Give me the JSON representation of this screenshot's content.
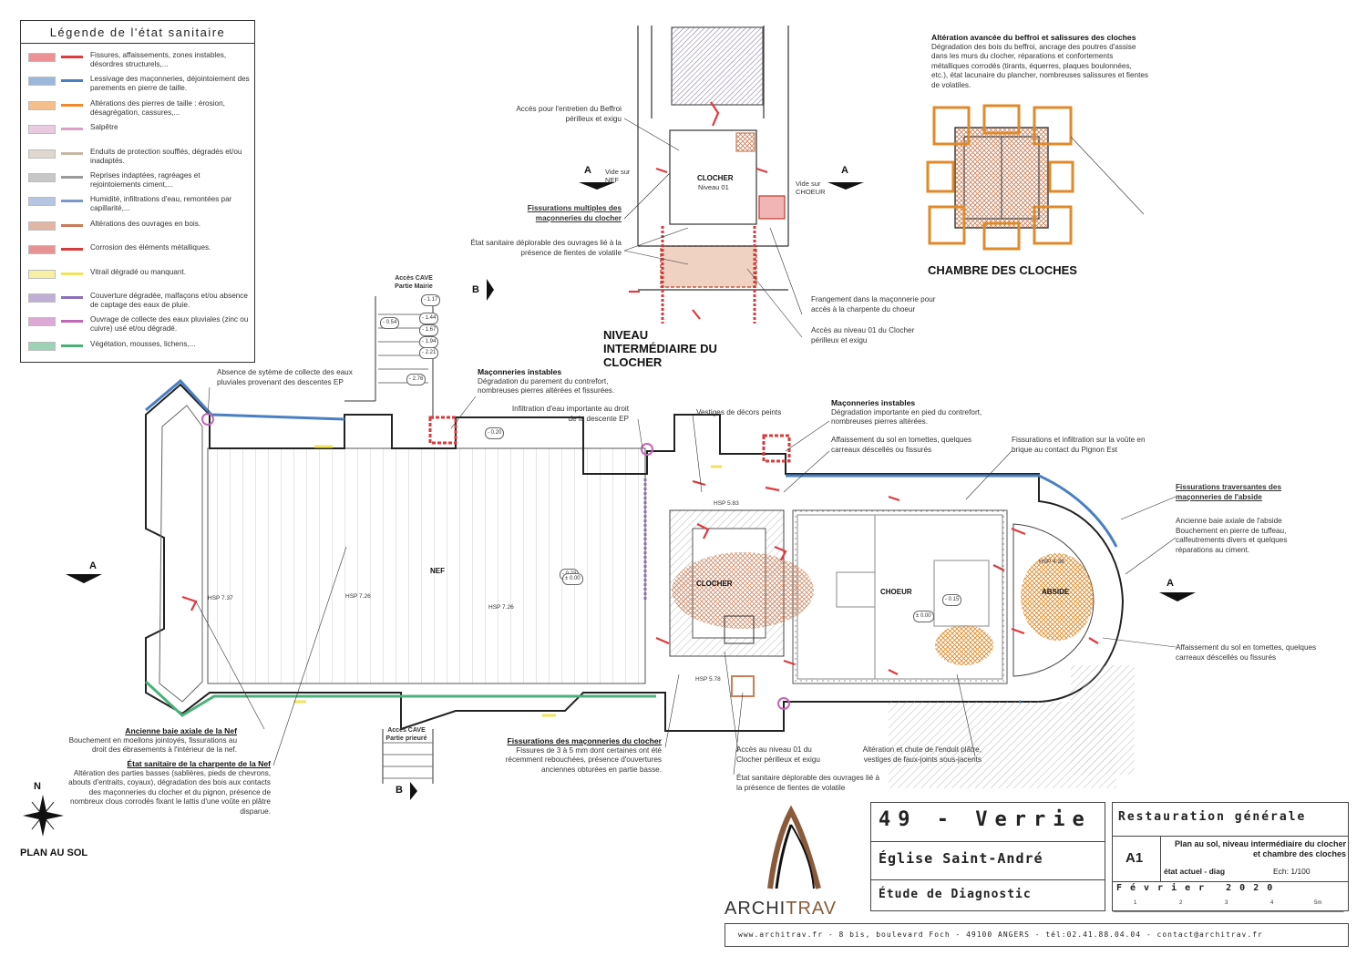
{
  "legend": {
    "title": "Légende de l'état sanitaire",
    "items": [
      {
        "text": "Fissures, affaissements, zones instables, désordres structurels,...",
        "color": "#e0393e"
      },
      {
        "text": "Lessivage des maçonneries, déjointoiement des parements en pierre de taille.",
        "color": "#4a7fc1"
      },
      {
        "text": "Altérations des pierres de taille : érosion, désagrégation, cassures,...",
        "color": "#f08a2c"
      },
      {
        "text": "Salpêtre",
        "color": "#d9a0c8"
      },
      {
        "text": "Enduits de protection soufflés, dégradés et/ou inadaptés.",
        "color": "#c7b7a7"
      },
      {
        "text": "Reprises indaptées, ragréages et rejointoiements ciment,...",
        "color": "#9a9a9a"
      },
      {
        "text": "Humidité, infiltrations d'eau, remontées par capillarité,...",
        "color": "#7c97c9"
      },
      {
        "text": "Altérations des ouvrages en bois.",
        "color": "#c97c5a"
      },
      {
        "text": "Corrosion des éléments métalliques.",
        "color": "#d63b3b"
      },
      {
        "text": "Vitrail dégradé ou manquant.",
        "color": "#f1e35a"
      },
      {
        "text": "Couverture dégradée, malfaçons et/ou absence de captage des eaux de pluie.",
        "color": "#8d6db8"
      },
      {
        "text": "Ouvrage de collecte des eaux pluviales (zinc ou cuivre) usé et/ou dégradé.",
        "color": "#c266b8"
      },
      {
        "text": "Végétation, mousses, lichens,...",
        "color": "#4cb07a"
      }
    ]
  },
  "titles": {
    "niveau": "NIVEAU INTERMÉDIAIRE DU CLOCHER",
    "chambre": "CHAMBRE DES CLOCHES",
    "plan_sol": "PLAN AU SOL",
    "north": "N"
  },
  "rooms": {
    "nef": "NEF",
    "clocher": "CLOCHER",
    "choeur": "CHOEUR",
    "abside": "ABSIDE",
    "clocher_niveau": "CLOCHER",
    "clocher_niveau_sub": "Niveau 01"
  },
  "markers": {
    "a": "A",
    "b": "B",
    "vide_nef": "Vide sur NEF",
    "vide_choeur": "Vide sur CHOEUR",
    "cave_mairie": "Accès CAVE Partie Mairie",
    "cave_prieure": "Accès CAVE Partie prieuré"
  },
  "annotations": {
    "beffroi_title": "Altération avancée du beffroi et salissures des cloches",
    "beffroi_text": "Dégradation des bois du beffroi, ancrage des poutres d'assise dans les murs du clocher, réparations et confortements métalliques corrodés (tirants, équerres, plaques boulonnées, etc.), état lacunaire du plancher, nombreuses salissures et fientes de volatiles.",
    "acces_beffroi": "Accès pour l'entretien du Beffroi périlleux et exigu",
    "fissurations_multiples": "Fissurations multiples des maçonneries du clocher",
    "etat_deplorable_1": "État sanitaire déplorable des ouvrages lié à la présence de fientes de volatile",
    "frangement": "Frangement dans la maçonnerie pour accès à la charpente du choeur",
    "acces_niveau_1": "Accès au niveau 01 du Clocher périlleux et exigu",
    "absence_collecte": "Absence de sytème de collecte des eaux pluviales provenant des descentes EP",
    "maconneries_1_title": "Maçonneries instables",
    "maconneries_1_text": "Dégradation du parement du contrefort, nombreuses pierres altérées et fissurées.",
    "infiltration": "Infiltration d'eau importante au droit de la descente EP",
    "vestiges": "Vestiges de décors peints",
    "maconneries_2_title": "Maçonneries instables",
    "maconneries_2_text": "Dégradation importante en pied du contrefort, nombreuses pierres altérées.",
    "affaissement_1": "Affaissement du sol en tomettes, quelques carreaux déscellés ou fissurés",
    "fissurations_voute": "Fissurations et infiltration sur la voûte en brique au contact du Pignon Est",
    "abside_title": "Fissurations traversantes des maçonneries de l'abside",
    "baie_abside": "Ancienne baie axiale de l'abside Bouchement en pierre de tuffeau, calfeutrements divers et quelques réparations au ciment.",
    "affaissement_2": "Affaissement du sol en tomettes, quelques carreaux déscellés ou fissurés",
    "baie_nef_title": "Ancienne baie axiale de la Nef",
    "baie_nef_text": "Bouchement en moellons jointoyés, fissurations au droit des ébrasements à l'intérieur de la nef.",
    "charpente_title": "État sanitaire de la charpente de la Nef",
    "charpente_text": "Altération des parties basses (sablières, pieds de chevrons, abouts d'entraits, coyaux), dégradation des bois aux contacts des maçonneries du clocher et du pignon, présence de nombreux clous corrodés fixant le lattis d'une voûte en plâtre disparue.",
    "fissurations_clocher_title": "Fissurations des maçonneries du clocher",
    "fissurations_clocher_text": "Fissures de 3 à 5 mm dont certaines ont été récemment rebouchées, présence d'ouvertures anciennes obturées en partie basse.",
    "acces_niveau_2": "Accès au niveau 01 du Clocher périlleux et exigu",
    "etat_deplorable_2": "État sanitaire déplorable des ouvrages lié à la présence de fientes de volatile",
    "alteration_enduit": "Altération et chute de l'enduit plâtre, vestiges de faux-joints sous-jacents"
  },
  "levels": {
    "nef": "HSP 7.26",
    "nef2": "HSP 7.26",
    "nef_side": "HSP 7.37",
    "clocher": "HSP 5.83",
    "clocher_low": "HSP 5.78",
    "abside": "HSP 4.38",
    "vals": [
      "- 0.54",
      "- 1.17",
      "- 1.44",
      "- 1.67",
      "- 1.94",
      "- 2.21",
      "- 2.76",
      "- 0.20",
      "- 0.23",
      "± 0.00",
      "- 0.15",
      "± 0.00"
    ]
  },
  "titleblock": {
    "city": "49 - Verrie",
    "church": "Église Saint-André",
    "study": "Étude de Diagnostic",
    "project": "Restauration générale",
    "sheet": "A1",
    "sheet_desc": "Plan au sol, niveau intermédiaire du clocher et chambre des cloches",
    "state": "état actuel - diag",
    "scale": "Ech: 1/100",
    "date": "Février 2020",
    "scale_ticks": [
      "1",
      "2",
      "3",
      "4",
      "5m"
    ],
    "brand": "ARCHI TRAV",
    "brand_a": "ARCHI",
    "brand_b": "TRAV",
    "footer": "www.architrav.fr - 8 bis, boulevard Foch - 49100 ANGERS - tél:02.41.88.04.04 - contact@architrav.fr"
  }
}
